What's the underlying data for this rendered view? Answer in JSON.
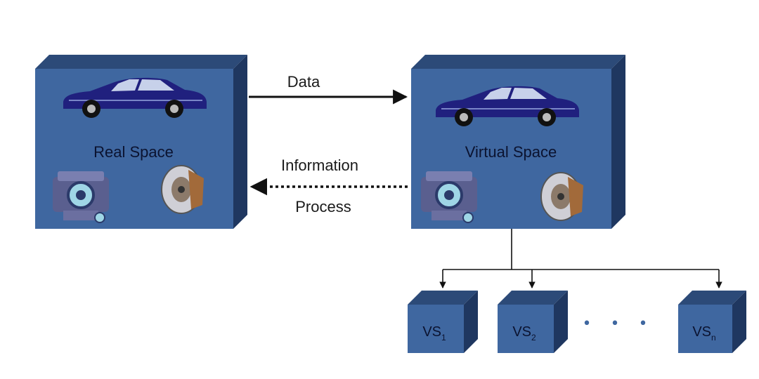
{
  "diagram": {
    "real_space": {
      "label": "Real Space"
    },
    "virtual_space": {
      "label": "Virtual Space"
    },
    "arrows": {
      "data": "Data",
      "information": "Information",
      "process": "Process"
    },
    "sub_spaces": [
      {
        "prefix": "VS",
        "subscript": "1"
      },
      {
        "prefix": "VS",
        "subscript": "2"
      },
      {
        "prefix": "VS",
        "subscript": "n"
      }
    ],
    "ellipsis": "• • •",
    "colors": {
      "box_front": "#3f67a0",
      "box_top": "#2c4a78",
      "box_side": "#1f3760",
      "car_body": "#20207e",
      "line": "#111111"
    },
    "icons": [
      "car-icon",
      "engine-icon",
      "brake-disc-icon"
    ]
  }
}
